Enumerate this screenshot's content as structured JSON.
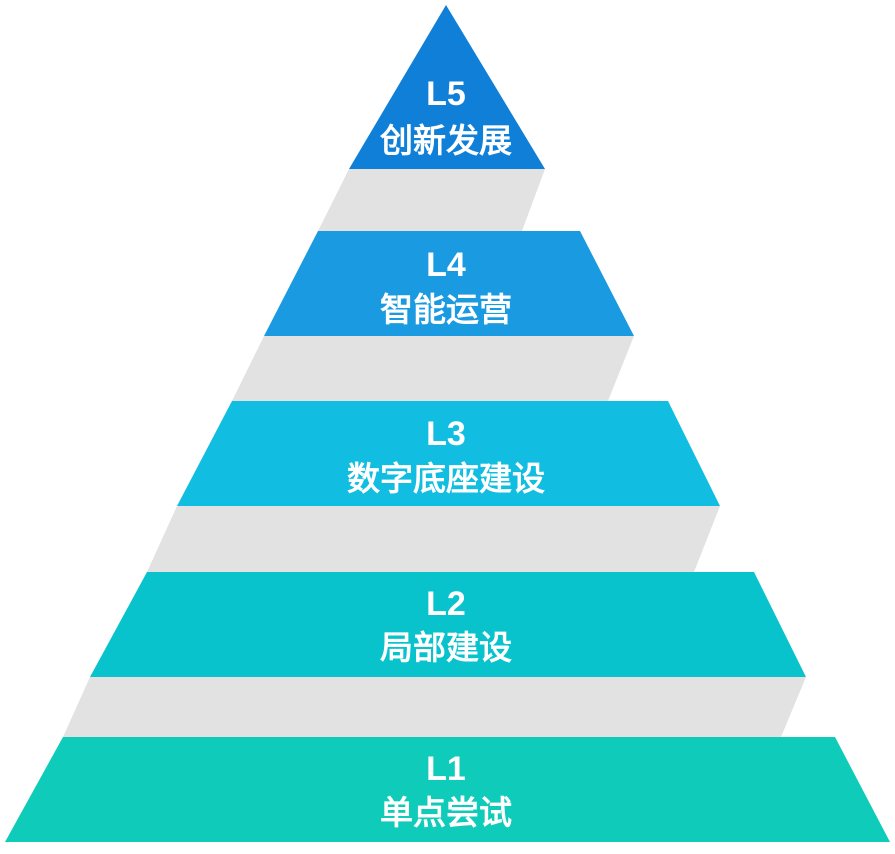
{
  "diagram": {
    "type": "pyramid",
    "connector_color": "#e2e2e2",
    "levels": [
      {
        "code": "L5",
        "label": "创新发展",
        "color": "#0f7fd8"
      },
      {
        "code": "L4",
        "label": "智能运营",
        "color": "#1a9ae0"
      },
      {
        "code": "L3",
        "label": "数字底座建设",
        "color": "#11bde0"
      },
      {
        "code": "L2",
        "label": "局部建设",
        "color": "#08c3cc"
      },
      {
        "code": "L1",
        "label": "单点尝试",
        "color": "#0fcbb9"
      }
    ]
  }
}
